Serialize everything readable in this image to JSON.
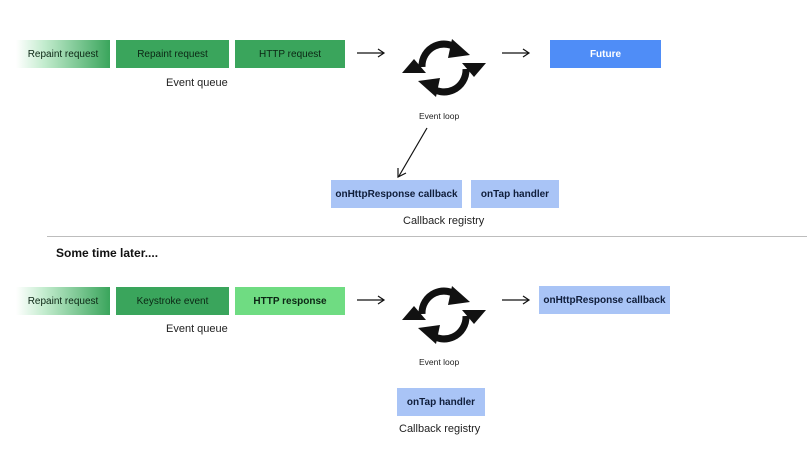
{
  "top": {
    "queue": [
      "Repaint request",
      "Repaint request",
      "HTTP request"
    ],
    "queue_label": "Event queue",
    "loop_label": "Event loop",
    "output": "Future",
    "registry": [
      "onHttpResponse callback",
      "onTap handler"
    ],
    "registry_label": "Callback registry"
  },
  "divider_text": "Some time later....",
  "bottom": {
    "queue": [
      "Repaint request",
      "Keystroke event",
      "HTTP response"
    ],
    "queue_label": "Event queue",
    "loop_label": "Event loop",
    "output": "onHttpResponse callback",
    "registry": [
      "onTap handler"
    ],
    "registry_label": "Callback registry"
  },
  "colors": {
    "queue_green": "#3aa55c",
    "queue_highlight": "#6fdc82",
    "future_blue": "#4f8df7",
    "callback_blue": "#a9c4f6"
  },
  "icons": [
    "refresh-icon",
    "arrow-right-icon",
    "arrow-down-left-icon"
  ]
}
